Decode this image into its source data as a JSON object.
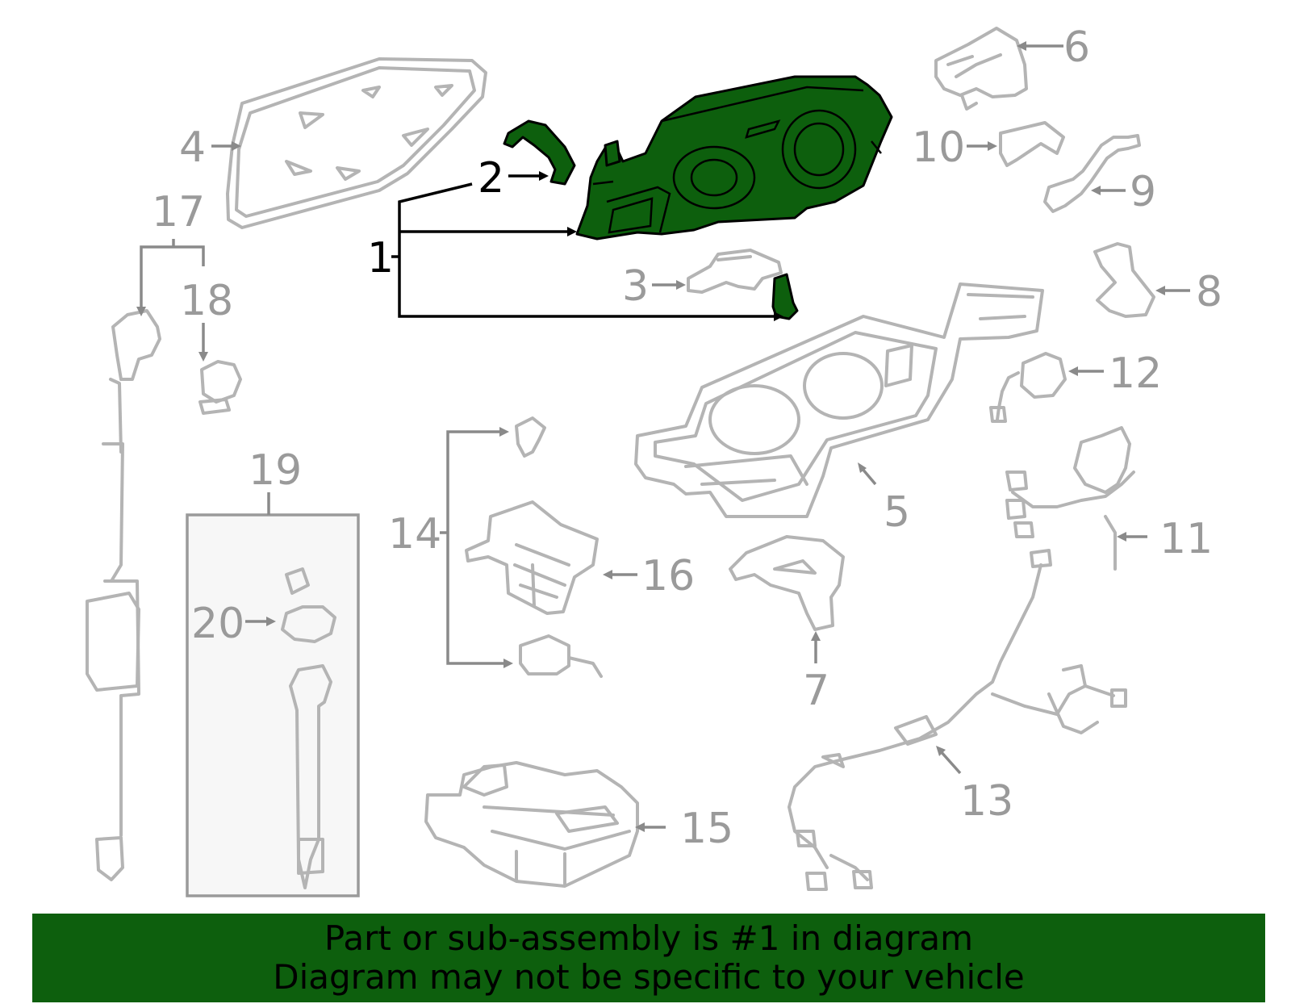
{
  "callouts": {
    "c1": "1",
    "c2": "2",
    "c3": "3",
    "c4": "4",
    "c5": "5",
    "c6": "6",
    "c7": "7",
    "c8": "8",
    "c9": "9",
    "c10": "10",
    "c11": "11",
    "c12": "12",
    "c13": "13",
    "c14": "14",
    "c15": "15",
    "c16": "16",
    "c17": "17",
    "c18": "18",
    "c19": "19",
    "c20": "20"
  },
  "highlight": {
    "part_number": "1",
    "fill_color": "#0d5f0d"
  },
  "banner": {
    "line1": "Part or sub-assembly is #1 in diagram",
    "line2": "Diagram may not be specific to your vehicle",
    "background": "#0d5f0d"
  }
}
